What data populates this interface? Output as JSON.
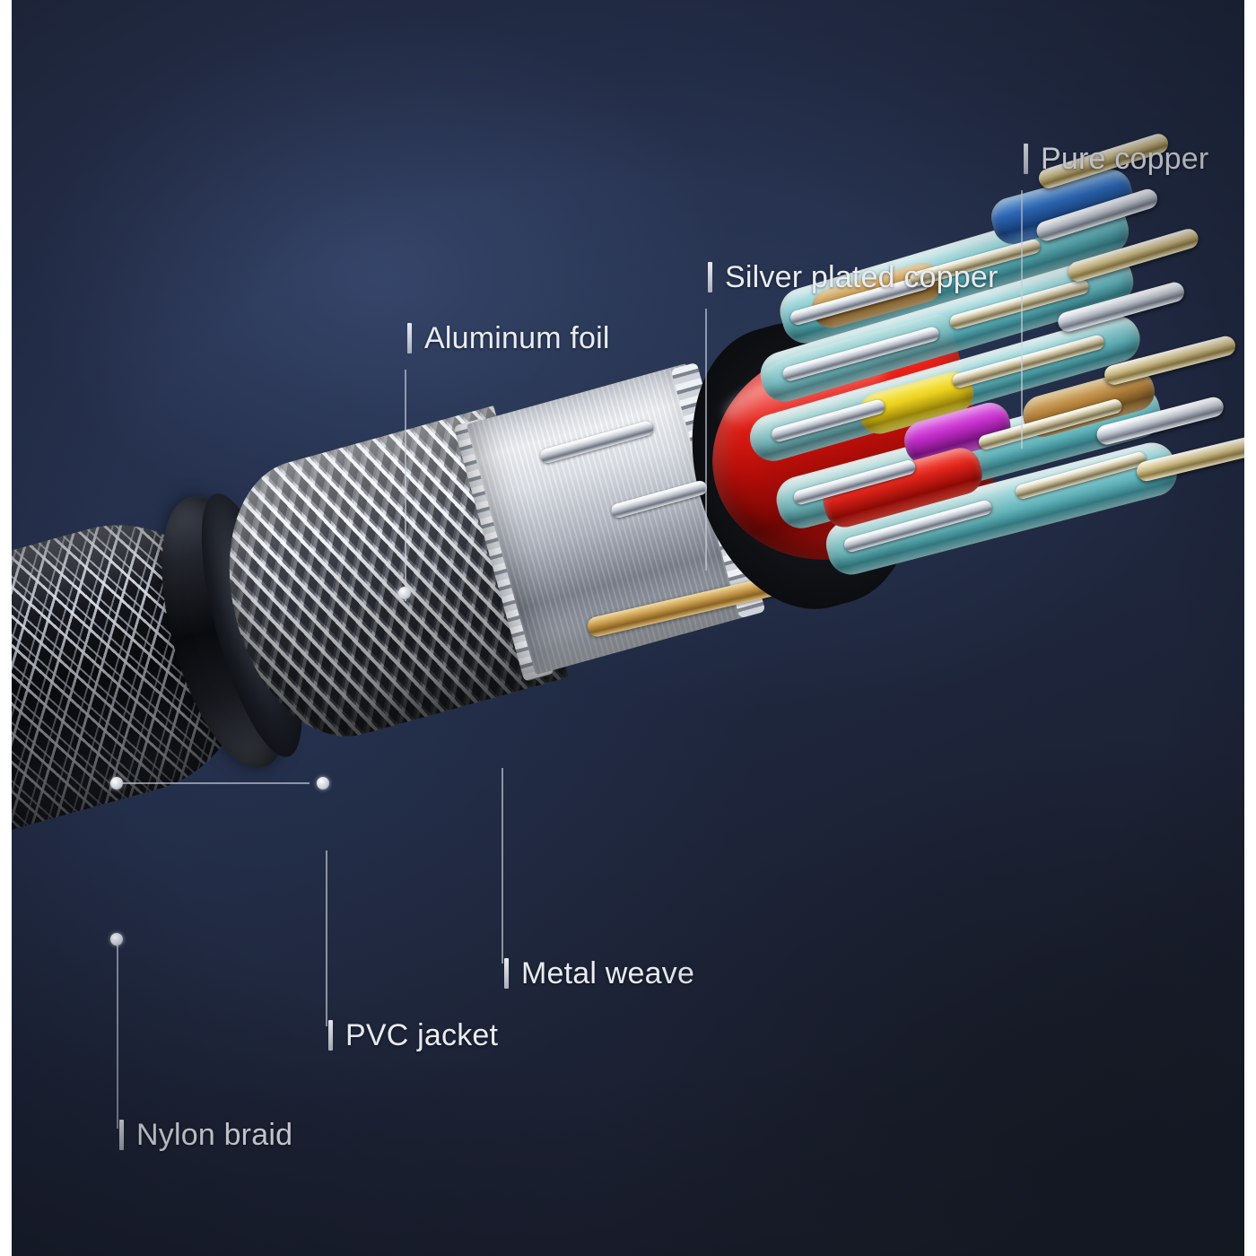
{
  "image": {
    "subject": "USB cable cutaway cross-section diagram",
    "background_color": "#242e4a",
    "background_color_dark": "#1b202c",
    "label_text_color": "#e9ecf2",
    "leader_line_color": "#cdd4e0"
  },
  "labels": [
    {
      "id": "pure-copper",
      "text": "Pure copper"
    },
    {
      "id": "silver-plated-copper",
      "text": "Silver plated copper"
    },
    {
      "id": "aluminum-foil",
      "text": "Aluminum foil"
    },
    {
      "id": "metal-weave",
      "text": "Metal weave"
    },
    {
      "id": "pvc-jacket",
      "text": "PVC jacket"
    },
    {
      "id": "nylon-braid",
      "text": "Nylon braid"
    }
  ],
  "cable_layers": [
    {
      "name": "Nylon braid",
      "color": "#1a1d24",
      "description": "outer black woven braid"
    },
    {
      "name": "PVC jacket",
      "color": "#0a0b0e",
      "description": "black collar ring"
    },
    {
      "name": "Metal weave",
      "color": "#d7dce4",
      "description": "silver braided shield"
    },
    {
      "name": "Aluminum foil",
      "color": "#e3e7ed",
      "description": "crinkled silver foil tube"
    },
    {
      "name": "Red core insulation",
      "color": "#d01811",
      "description": "red inner sheath"
    },
    {
      "name": "Silver plated copper",
      "color": "#a9dfe0",
      "description": "mint translucent conductors"
    },
    {
      "name": "Pure copper",
      "color": "#c79a4a",
      "description": "bare copper conductor tips"
    }
  ],
  "wire_colors": [
    "#a9dfe0",
    "#e8d23a",
    "#bb2ec0",
    "#e12a1c",
    "#b07c3c",
    "#2f6fc4",
    "#f2f5f9"
  ]
}
